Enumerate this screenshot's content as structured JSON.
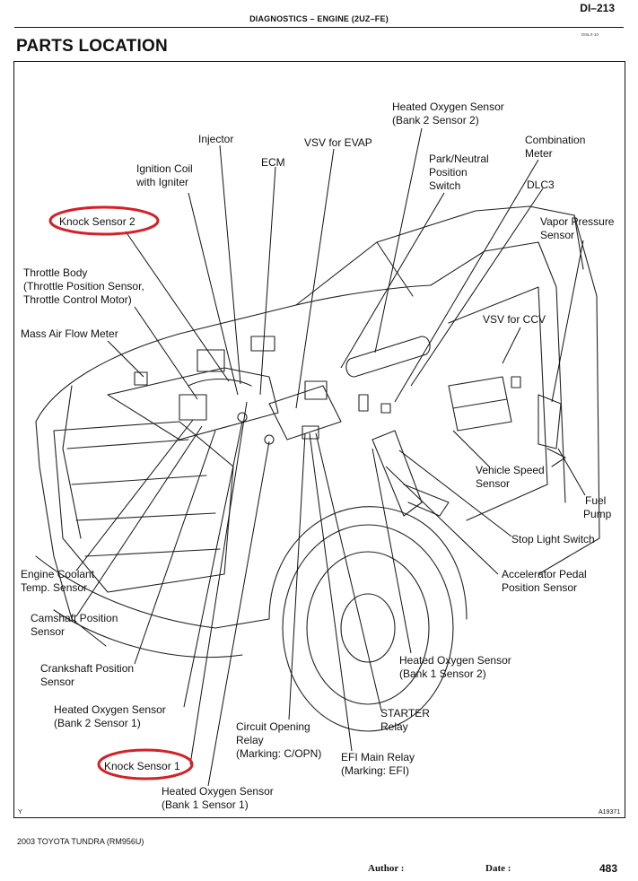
{
  "header": {
    "section": "DIAGNOSTICS – ENGINE (2UZ–FE)",
    "page_id": "DI–213",
    "small_code": "DI6LX-10"
  },
  "title": "PARTS LOCATION",
  "diagram": {
    "corner_mark": "Y",
    "figure_code": "A19371",
    "labels": {
      "ho2_b2s2_l1": "Heated Oxygen Sensor",
      "ho2_b2s2_l2": "(Bank 2 Sensor 2)",
      "injector": "Injector",
      "vsv_evap": "VSV for EVAP",
      "combo_meter_l1": "Combination",
      "combo_meter_l2": "Meter",
      "ign_coil_l1": "Ignition Coil",
      "ign_coil_l2": "with Igniter",
      "ecm": "ECM",
      "pn_switch_l1": "Park/Neutral",
      "pn_switch_l2": "Position",
      "pn_switch_l3": "Switch",
      "dlc3": "DLC3",
      "knock2": "Knock Sensor 2",
      "vapor_l1": "Vapor Pressure",
      "vapor_l2": "Sensor",
      "throttle_l1": "Throttle Body",
      "throttle_l2": "(Throttle Position Sensor,",
      "throttle_l3": "Throttle Control Motor)",
      "maf": "Mass Air Flow Meter",
      "vsv_ccv": "VSV for CCV",
      "vss_l1": "Vehicle Speed",
      "vss_l2": "Sensor",
      "fuel_pump_l1": "Fuel",
      "fuel_pump_l2": "Pump",
      "stop_light": "Stop Light Switch",
      "ect_l1": "Engine Coolant",
      "ect_l2": "Temp. Sensor",
      "accel_l1": "Accelerator Pedal",
      "accel_l2": "Position Sensor",
      "cam_l1": "Camshaft Position",
      "cam_l2": "Sensor",
      "crank_l1": "Crankshaft Position",
      "crank_l2": "Sensor",
      "ho2_b1s2_l1": "Heated Oxygen Sensor",
      "ho2_b1s2_l2": "(Bank 1 Sensor 2)",
      "ho2_b2s1_l1": "Heated Oxygen Sensor",
      "ho2_b2s1_l2": "(Bank 2 Sensor 1)",
      "starter_l1": "STARTER",
      "starter_l2": "Relay",
      "cor_l1": "Circuit Opening",
      "cor_l2": "Relay",
      "cor_l3": "(Marking: C/OPN)",
      "efi_l1": "EFI Main Relay",
      "efi_l2": "(Marking: EFI)",
      "knock1": "Knock Sensor 1",
      "ho2_b1s1_l1": "Heated Oxygen Sensor",
      "ho2_b1s1_l2": "(Bank 1 Sensor 1)"
    },
    "highlight_color": "#d42027",
    "line_color": "#111111"
  },
  "footer": {
    "vehicle": "2003 TOYOTA TUNDRA   (RM956U)",
    "author": "Author :",
    "date": "Date :",
    "page": "483"
  }
}
